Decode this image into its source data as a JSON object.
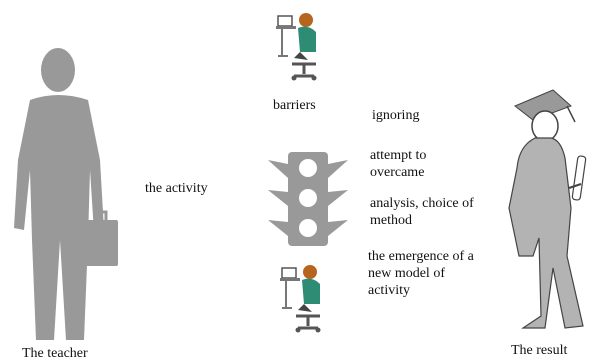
{
  "labels": {
    "teacher": "The teacher",
    "activity": "the activity",
    "barriers": "barriers",
    "result": "The result"
  },
  "options": {
    "ignoring": "ignoring",
    "attempt": "attempt to overcame",
    "analysis": "analysis, choice of method",
    "emergence": "the emergence of a new model of activity"
  },
  "colors": {
    "silhouette": "#999999",
    "traffic_light": "#999999",
    "gown": "#b3b3b3",
    "worker_shirt": "#2e8b74",
    "worker_hair": "#b5651d",
    "worker_chair": "#555555"
  },
  "icons": [
    "teacher-silhouette-icon",
    "worker-at-computer-icon",
    "traffic-light-icon",
    "graduate-silhouette-icon"
  ]
}
